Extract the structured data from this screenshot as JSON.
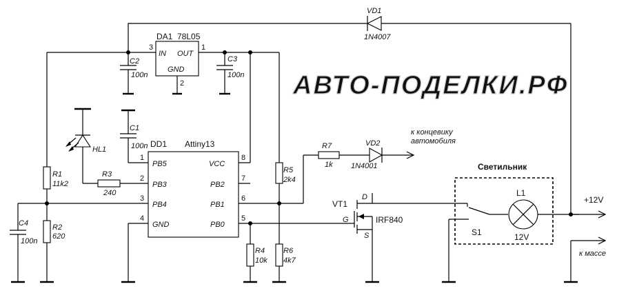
{
  "watermark": "АВТО-ПОДЕЛКИ.РФ",
  "components": {
    "vd1": {
      "ref": "VD1",
      "value": "1N4007"
    },
    "da1": {
      "ref": "DA1",
      "value": "78L05",
      "pin_in": "IN",
      "pin_out": "OUT",
      "pin_gnd": "GND",
      "pin_in_num": "3",
      "pin_out_num": "1",
      "pin_gnd_num": "2"
    },
    "c2": {
      "ref": "C2",
      "value": "100n"
    },
    "c3": {
      "ref": "C3",
      "value": "100n"
    },
    "c1": {
      "ref": "C1",
      "value": "100n"
    },
    "hl1": {
      "ref": "HL1"
    },
    "dd1": {
      "ref": "DD1",
      "value": "Attiny13",
      "pins": [
        {
          "num": "1",
          "name": "PB5"
        },
        {
          "num": "2",
          "name": "PB3"
        },
        {
          "num": "3",
          "name": "PB4"
        },
        {
          "num": "4",
          "name": "GND"
        },
        {
          "num": "8",
          "name": "VCC"
        },
        {
          "num": "7",
          "name": "PB2"
        },
        {
          "num": "6",
          "name": "PB1"
        },
        {
          "num": "5",
          "name": "PB0"
        }
      ]
    },
    "r1": {
      "ref": "R1",
      "value": "11k2"
    },
    "r2": {
      "ref": "R2",
      "value": "620"
    },
    "r3": {
      "ref": "R3",
      "value": "240"
    },
    "r4": {
      "ref": "R4",
      "value": "10k"
    },
    "r5": {
      "ref": "R5",
      "value": "2k4"
    },
    "r6": {
      "ref": "R6",
      "value": "4k7"
    },
    "r7": {
      "ref": "R7",
      "value": "1k"
    },
    "vd2": {
      "ref": "VD2",
      "value": "1N4001"
    },
    "c4": {
      "ref": "C4",
      "value": "100n"
    },
    "vt1": {
      "ref": "VT1",
      "value": "IRF840",
      "drain": "D",
      "gate": "G",
      "source": "S"
    },
    "l1": {
      "ref": "L1",
      "value": "12V"
    },
    "s1": {
      "ref": "S1"
    }
  },
  "notes": {
    "courtesy_line1": "к концевику",
    "courtesy_line2": "автомобиля",
    "lamp_box": "Светильник",
    "plus12": "+12V",
    "ground": "к массе"
  }
}
